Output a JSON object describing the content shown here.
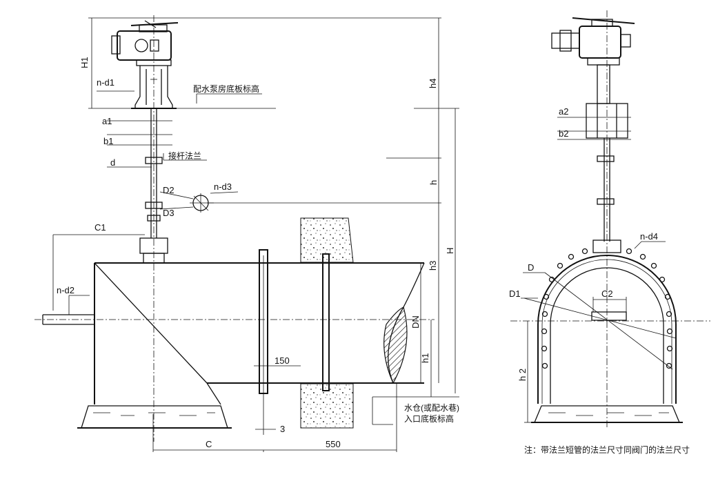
{
  "labels": {
    "H1": "H1",
    "nd1": "n-d1",
    "a1": "a1",
    "b1": "b1",
    "d": "d",
    "D2": "D2",
    "nd3": "n-d3",
    "D3": "D3",
    "C1": "C1",
    "nd2": "n-d2",
    "h4": "h4",
    "h": "h",
    "h3": "h3",
    "H": "H",
    "DN": "DN",
    "h1": "h1",
    "dim150": "150",
    "dim3": "3",
    "C": "C",
    "dim550": "550",
    "a2": "a2",
    "b2": "b2",
    "nd4": "n-d4",
    "D": "D",
    "D1": "D1",
    "C2": "C2",
    "h2": "h 2"
  },
  "annotations": {
    "pump_floor": "配水泵房底板标高",
    "rod_flange": "接杆法兰",
    "inlet_floor_1": "水仓(或配水巷)",
    "inlet_floor_2": "入口底板标高",
    "note": "注：带法兰短管的法兰尺寸同阀门的法兰尺寸"
  }
}
